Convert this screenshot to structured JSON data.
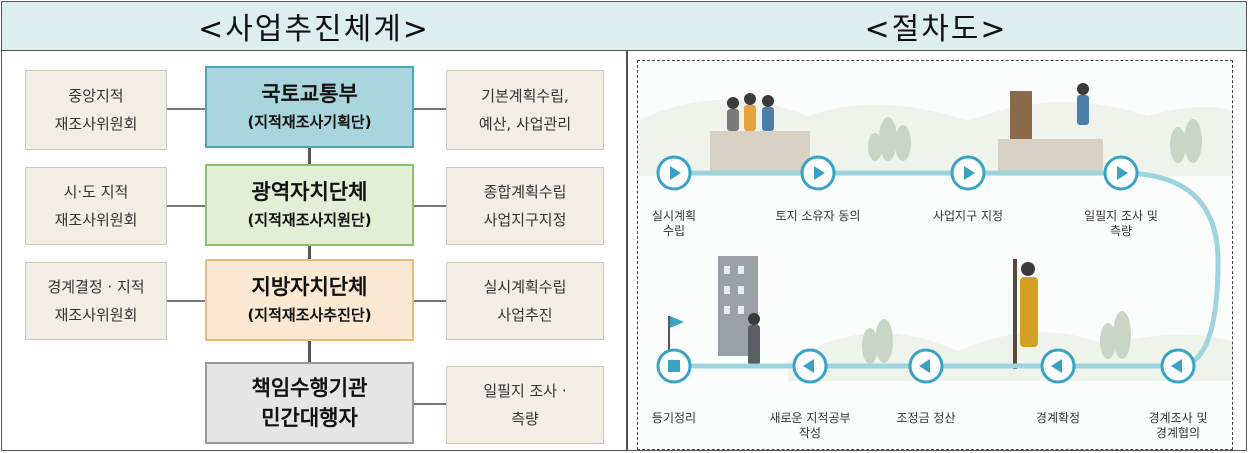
{
  "left_panel": {
    "title": "<사업추진체계>",
    "levels": [
      {
        "left_lines": [
          "중앙지적",
          "재조사위원회"
        ],
        "main_title": "국토교통부",
        "main_sub": "(지적재조사기획단)",
        "right_lines": [
          "기본계획수립,",
          "예산, 사업관리"
        ],
        "color": "#a9d6dc",
        "border": "#4aa7b8"
      },
      {
        "left_lines": [
          "시·도 지적",
          "재조사위원회"
        ],
        "main_title": "광역자치단체",
        "main_sub": "(지적재조사지원단)",
        "right_lines": [
          "종합계획수립",
          "사업지구지정"
        ],
        "color": "#e2efd6",
        "border": "#8fc06a"
      },
      {
        "left_lines": [
          "경계결정 · 지적",
          "재조사위원회"
        ],
        "main_title": "지방자치단체",
        "main_sub": "(지적재조사추진단)",
        "right_lines": [
          "실시계획수립",
          "사업추진"
        ],
        "color": "#fbe9d3",
        "border": "#f0b77a"
      },
      {
        "left_lines": [],
        "main_title": "책임수행기관",
        "main_sub": "민간대행자",
        "right_lines": [
          "일필지 조사 ·",
          "측량"
        ],
        "color": "#e5e5e5",
        "border": "#9a9a9a"
      }
    ]
  },
  "right_panel": {
    "title": "<절차도>",
    "steps_top": [
      {
        "label_lines": [
          "실시계획",
          "수립"
        ]
      },
      {
        "label_lines": [
          "토지 소유자 동의"
        ]
      },
      {
        "label_lines": [
          "사업지구 지정"
        ]
      },
      {
        "label_lines": [
          "일필지 조사 및",
          "측량"
        ]
      }
    ],
    "steps_bottom": [
      {
        "label_lines": [
          "등기정리"
        ]
      },
      {
        "label_lines": [
          "새로운 지적공부",
          "작성"
        ]
      },
      {
        "label_lines": [
          "조정금 정산"
        ]
      },
      {
        "label_lines": [
          "경계확정"
        ]
      },
      {
        "label_lines": [
          "경계조사 및",
          "경계협의"
        ]
      }
    ],
    "track_color": "#9fd4de",
    "node_color": "#3aa3c4"
  }
}
